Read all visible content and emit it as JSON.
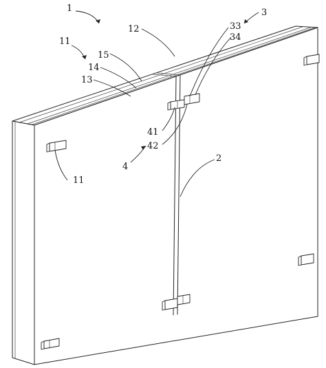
{
  "labels": {
    "l1": "1",
    "l3": "3",
    "l12": "12",
    "l33": "33",
    "l34": "34",
    "l11_top": "11",
    "l15": "15",
    "l14": "14",
    "l13": "13",
    "l41": "41",
    "l42": "42",
    "l4": "4",
    "l11_left": "11",
    "l2": "2"
  }
}
